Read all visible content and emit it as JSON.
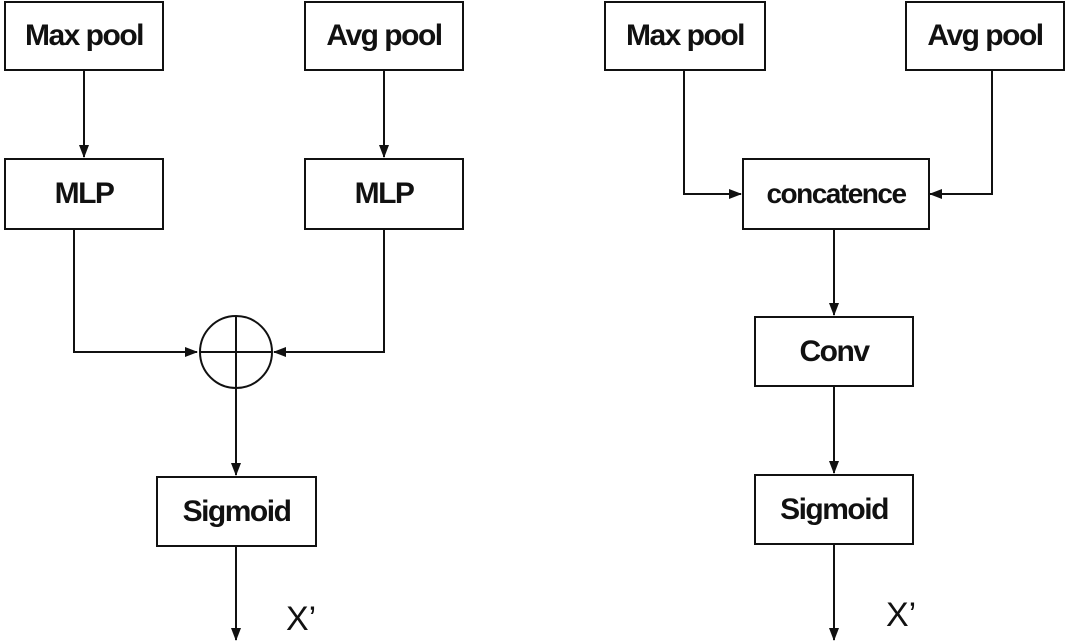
{
  "left_diagram": {
    "max_pool": "Max pool",
    "avg_pool": "Avg pool",
    "mlp_left": "MLP",
    "mlp_right": "MLP",
    "sigmoid": "Sigmoid",
    "output": "X’"
  },
  "right_diagram": {
    "max_pool": "Max pool",
    "avg_pool": "Avg pool",
    "concat": "concatence",
    "conv": "Conv",
    "sigmoid": "Sigmoid",
    "output": "X’"
  },
  "colors": {
    "line": "#111111",
    "background": "#ffffff"
  }
}
